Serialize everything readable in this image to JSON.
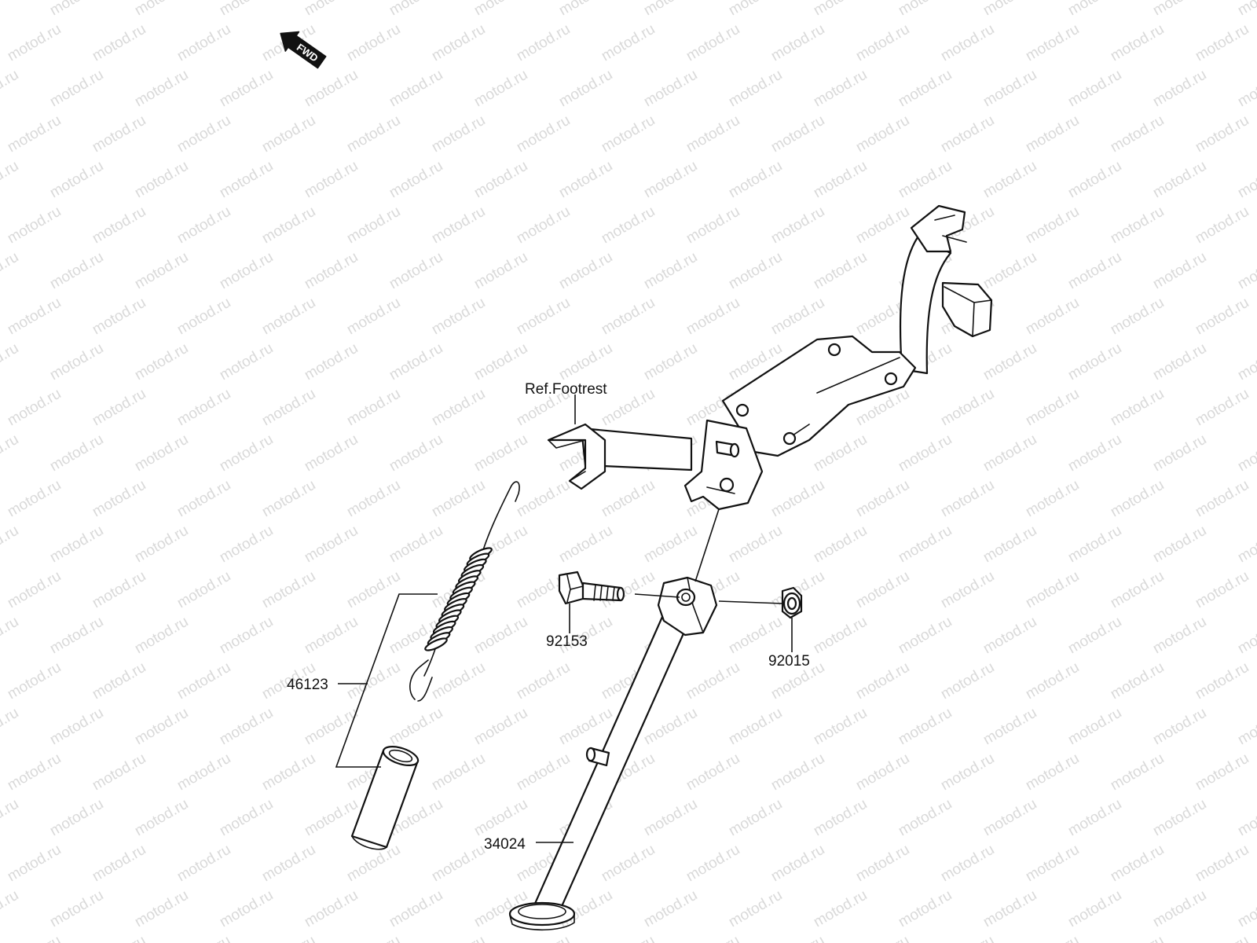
{
  "watermark": {
    "text": "motod.ru"
  },
  "fwd_label": "FWD",
  "callouts": {
    "ref_footrest": "Ref.Footrest",
    "spring": "46123",
    "bolt": "92153",
    "nut": "92015",
    "stand": "34024"
  }
}
